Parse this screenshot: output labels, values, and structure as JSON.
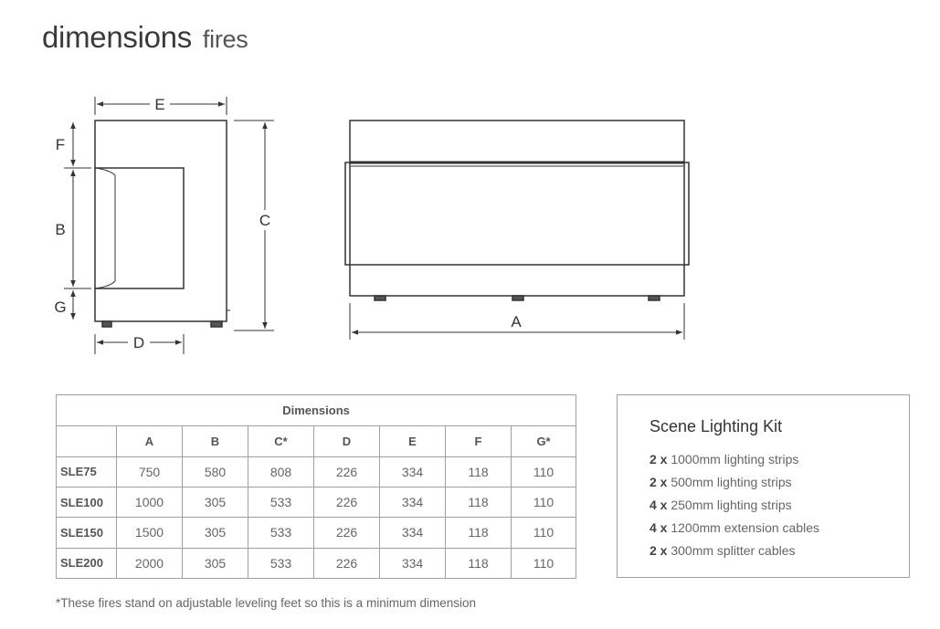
{
  "title": "dimensions",
  "subtitle": "fires",
  "diagram_labels": {
    "A": "A",
    "B": "B",
    "C": "C",
    "D": "D",
    "E": "E",
    "F": "F",
    "G": "G"
  },
  "table": {
    "caption": "Dimensions",
    "headers": [
      "",
      "A",
      "B",
      "C*",
      "D",
      "E",
      "F",
      "G*"
    ],
    "rows": [
      [
        "SLE75",
        "750",
        "580",
        "808",
        "226",
        "334",
        "118",
        "110"
      ],
      [
        "SLE100",
        "1000",
        "305",
        "533",
        "226",
        "334",
        "118",
        "110"
      ],
      [
        "SLE150",
        "1500",
        "305",
        "533",
        "226",
        "334",
        "118",
        "110"
      ],
      [
        "SLE200",
        "2000",
        "305",
        "533",
        "226",
        "334",
        "118",
        "110"
      ]
    ]
  },
  "kit": {
    "title": "Scene Lighting Kit",
    "items": [
      {
        "qty": "2 x",
        "desc": "1000mm lighting strips"
      },
      {
        "qty": "2 x",
        "desc": "500mm lighting strips"
      },
      {
        "qty": "4 x",
        "desc": "250mm lighting strips"
      },
      {
        "qty": "4 x",
        "desc": "1200mm extension cables"
      },
      {
        "qty": "2 x",
        "desc": "300mm splitter cables"
      }
    ]
  },
  "footnote": "*These fires stand on adjustable leveling feet so this is a minimum dimension"
}
